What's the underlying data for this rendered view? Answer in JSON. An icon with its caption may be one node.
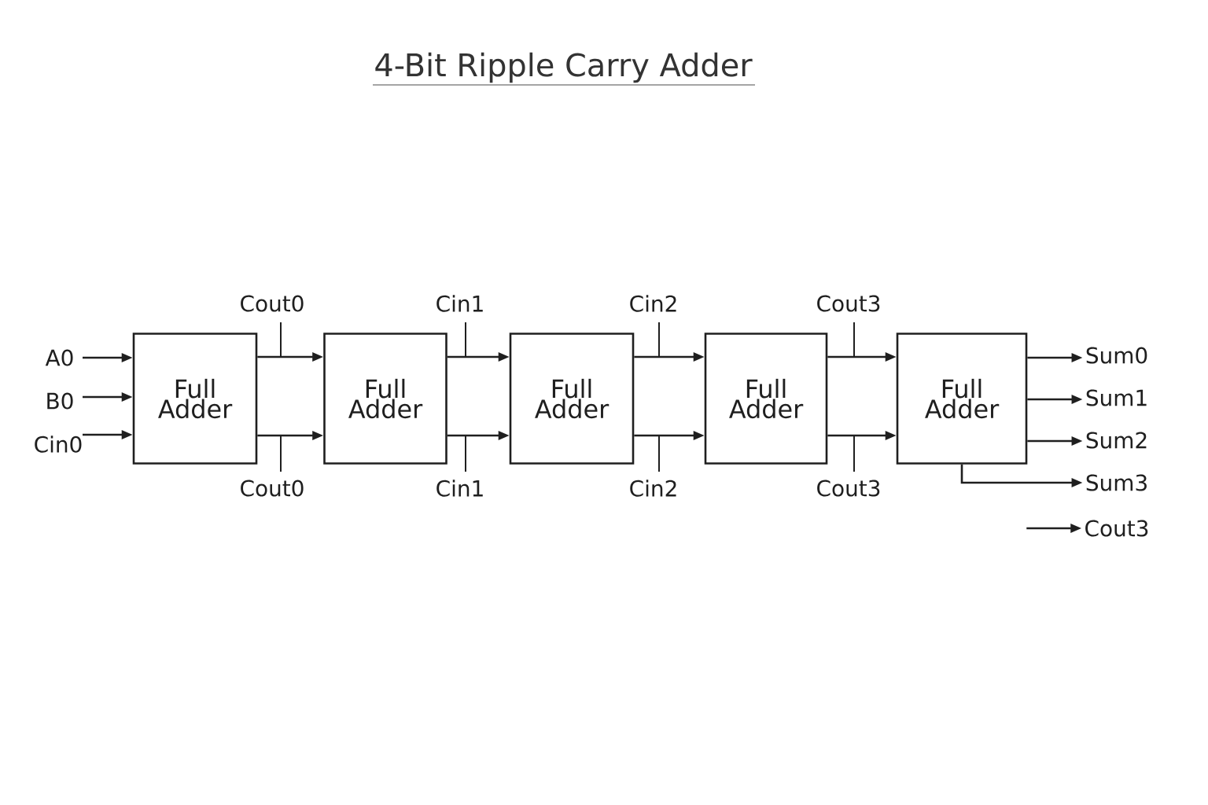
{
  "diagram": {
    "title": "4-Bit Ripple Carry Adder",
    "nodes": [
      {
        "text": [
          "Full Adder"
        ]
      },
      {
        "text": [
          "Full Adder"
        ]
      },
      {
        "text": [
          "Full Adder"
        ]
      },
      {
        "text": [
          "Full Adder"
        ]
      },
      {
        "text": [
          "Full Adder"
        ]
      },
      {
        "text": [
          "A0"
        ]
      },
      {
        "text": [
          "B0"
        ]
      },
      {
        "text": [
          "Cin0"
        ]
      },
      {
        "text": [
          "Sum0"
        ]
      },
      {
        "text": [
          "Sum1"
        ]
      },
      {
        "text": [
          "Sum2"
        ]
      },
      {
        "text": [
          "Sum3"
        ]
      },
      {
        "text": [
          "Cout3"
        ]
      }
    ],
    "edges": [
      {
        "from": 5,
        "to": 0,
        "arrow": "to"
      },
      {
        "from": 6,
        "to": 0,
        "arrow": "to"
      },
      {
        "from": 7,
        "to": 0,
        "arrow": "to"
      },
      {
        "from": 0,
        "to": 1,
        "arrow": "to",
        "label": "Cout0"
      },
      {
        "from": 0,
        "to": 1,
        "arrow": "to",
        "label": "Cout0"
      },
      {
        "from": 1,
        "to": 2,
        "arrow": "to",
        "label": "Cin1"
      },
      {
        "from": 1,
        "to": 2,
        "arrow": "to",
        "label": "Cin1"
      },
      {
        "from": 2,
        "to": 3,
        "arrow": "to",
        "label": "Cin2"
      },
      {
        "from": 2,
        "to": 3,
        "arrow": "to",
        "label": "Cin2"
      },
      {
        "from": 3,
        "to": 4,
        "arrow": "to",
        "label": "Cout3"
      },
      {
        "from": 3,
        "to": 4,
        "arrow": "to",
        "label": "Cout3"
      },
      {
        "from": 4,
        "to": 8,
        "arrow": "to"
      },
      {
        "from": 4,
        "to": 9,
        "arrow": "to"
      },
      {
        "from": 4,
        "to": 10,
        "arrow": "to"
      },
      {
        "from": 4,
        "to": 11,
        "arrow": "to"
      },
      {
        "from": null,
        "to": 12,
        "arrow": "to"
      }
    ]
  }
}
